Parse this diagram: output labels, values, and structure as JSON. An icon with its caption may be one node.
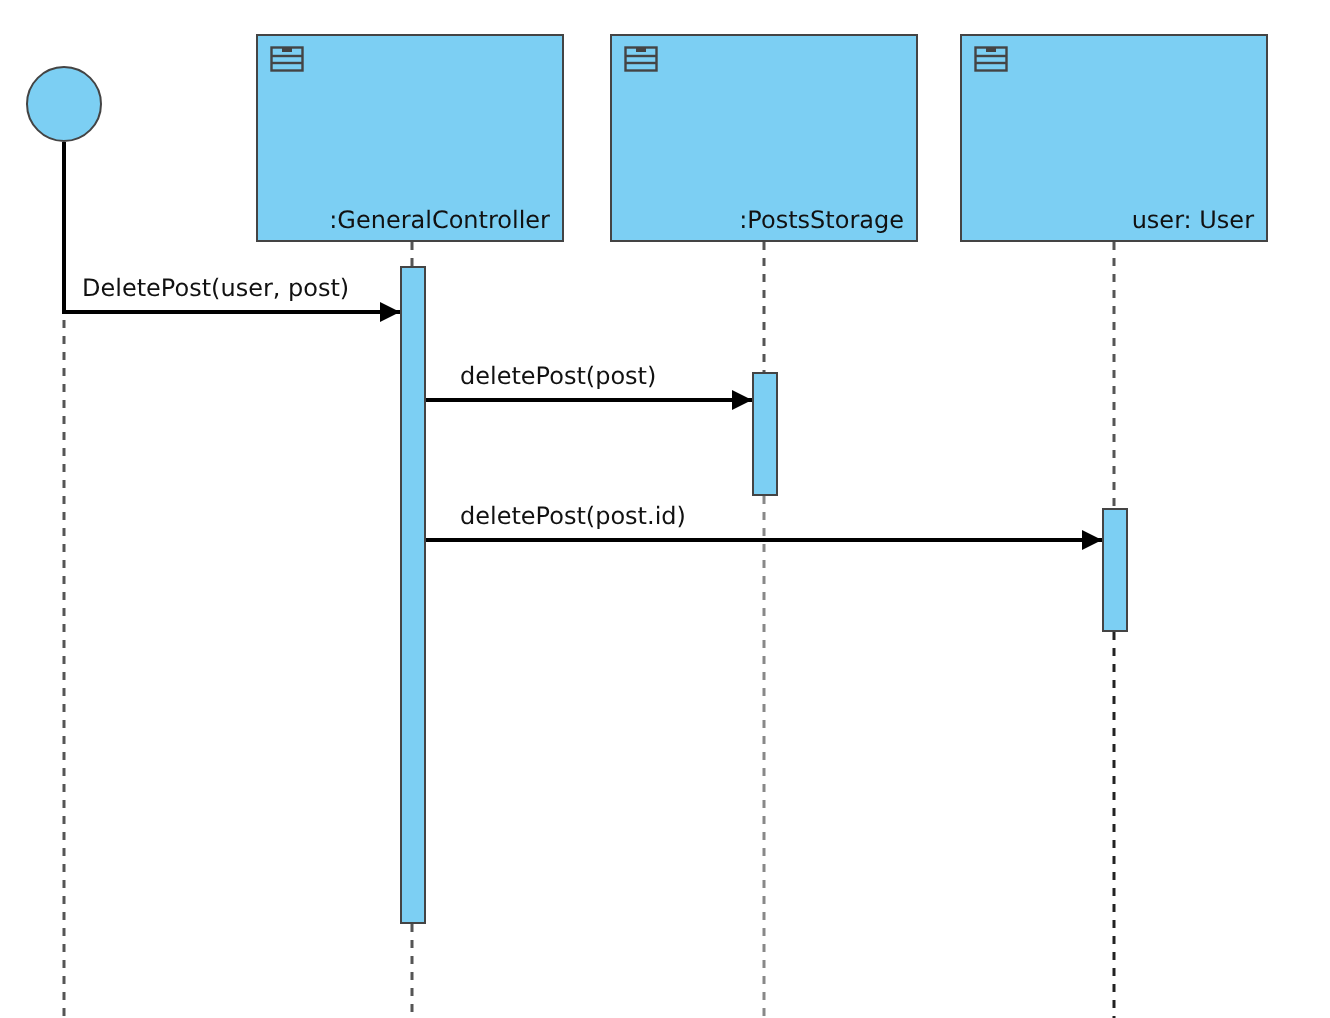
{
  "diagram": {
    "nodes": [
      {
        "text": [],
        "shape": "circle"
      },
      {
        "text": [
          ":GeneralController"
        ]
      },
      {
        "text": [
          ":PostsStorage"
        ]
      },
      {
        "text": [
          "user: User"
        ]
      },
      {
        "text": [],
        "shape": "bar"
      },
      {
        "text": [],
        "shape": "bar"
      },
      {
        "text": [],
        "shape": "bar"
      }
    ],
    "edges": [
      {
        "from": 0,
        "to": 4,
        "arrow": "to",
        "label": "DeletePost(user, post)"
      },
      {
        "from": 4,
        "to": 5,
        "arrow": "to",
        "label": "deletePost(post)"
      },
      {
        "from": 4,
        "to": 6,
        "arrow": "to",
        "label": "deletePost(post.id)"
      },
      {
        "from": 1,
        "to": 4,
        "arrow": "none",
        "style": "dashed"
      },
      {
        "from": 2,
        "to": 5,
        "arrow": "none",
        "style": "dashed"
      },
      {
        "from": 3,
        "to": 6,
        "arrow": "none",
        "style": "dashed"
      }
    ]
  }
}
